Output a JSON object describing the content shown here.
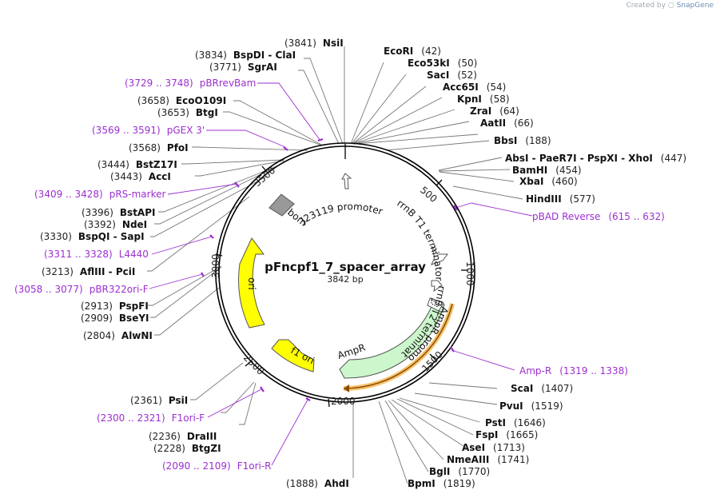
{
  "credit": {
    "prefix": "Created by",
    "brand": "SnapGene"
  },
  "plasmid": {
    "name": "pFncpf1_7_spacer_array",
    "size_label": "3842 bp",
    "length": 3842
  },
  "ticks": [
    "500",
    "1000",
    "1500",
    "2000",
    "2500",
    "3000",
    "3500"
  ],
  "enzymes": [
    {
      "name": "NsiI",
      "pos": "(3841)"
    },
    {
      "name": "BspDI  -  ClaI",
      "pos": "(3834)"
    },
    {
      "name": "SgrAI",
      "pos": "(3771)"
    },
    {
      "name": "EcoO109I",
      "pos": "(3658)"
    },
    {
      "name": "BtgI",
      "pos": "(3653)"
    },
    {
      "name": "PfoI",
      "pos": "(3568)"
    },
    {
      "name": "BstZ17I",
      "pos": "(3444)"
    },
    {
      "name": "AccI",
      "pos": "(3443)"
    },
    {
      "name": "BstAPI",
      "pos": "(3396)"
    },
    {
      "name": "NdeI",
      "pos": "(3392)"
    },
    {
      "name": "BspQI  -  SapI",
      "pos": "(3330)"
    },
    {
      "name": "AflIII  -  PciI",
      "pos": "(3213)"
    },
    {
      "name": "PspFI",
      "pos": "(2913)"
    },
    {
      "name": "BseYI",
      "pos": "(2909)"
    },
    {
      "name": "AlwNI",
      "pos": "(2804)"
    },
    {
      "name": "PsiI",
      "pos": "(2361)"
    },
    {
      "name": "DraIII",
      "pos": "(2236)"
    },
    {
      "name": "BtgZI",
      "pos": "(2228)"
    },
    {
      "name": "AhdI",
      "pos": "(1888)"
    },
    {
      "name": "EcoRI",
      "pos": "(42)"
    },
    {
      "name": "Eco53kI",
      "pos": "(50)"
    },
    {
      "name": "SacI",
      "pos": "(52)"
    },
    {
      "name": "Acc65I",
      "pos": "(54)"
    },
    {
      "name": "KpnI",
      "pos": "(58)"
    },
    {
      "name": "ZraI",
      "pos": "(64)"
    },
    {
      "name": "AatII",
      "pos": "(66)"
    },
    {
      "name": "BbsI",
      "pos": "(188)"
    },
    {
      "name": "AbsI  -  PaeR7I  -  PspXI  -  XhoI",
      "pos": "(447)"
    },
    {
      "name": "BamHI",
      "pos": "(454)"
    },
    {
      "name": "XbaI",
      "pos": "(460)"
    },
    {
      "name": "HindIII",
      "pos": "(577)"
    },
    {
      "name": "ScaI",
      "pos": "(1407)"
    },
    {
      "name": "PvuI",
      "pos": "(1519)"
    },
    {
      "name": "PstI",
      "pos": "(1646)"
    },
    {
      "name": "FspI",
      "pos": "(1665)"
    },
    {
      "name": "AseI",
      "pos": "(1713)"
    },
    {
      "name": "NmeAIII",
      "pos": "(1741)"
    },
    {
      "name": "BglI",
      "pos": "(1770)"
    },
    {
      "name": "BpmI",
      "pos": "(1819)"
    }
  ],
  "primers": [
    {
      "name": "pBRrevBam",
      "range": "(3729 .. 3748)"
    },
    {
      "name": "pGEX 3'",
      "range": "(3569 .. 3591)"
    },
    {
      "name": "pRS-marker",
      "range": "(3409 .. 3428)"
    },
    {
      "name": "L4440",
      "range": "(3311 .. 3328)"
    },
    {
      "name": "pBR322ori-F",
      "range": "(3058 .. 3077)"
    },
    {
      "name": "F1ori-F",
      "range": "(2300 .. 2321)"
    },
    {
      "name": "F1ori-R",
      "range": "(2090 .. 2109)"
    },
    {
      "name": "pBAD Reverse",
      "range": "(615 .. 632)"
    },
    {
      "name": "Amp-R",
      "range": "(1319 .. 1338)"
    }
  ],
  "features": [
    {
      "name": "rrnB T1 terminator"
    },
    {
      "name": "rrnB T2 terminator"
    },
    {
      "name": "AmpR promoter"
    },
    {
      "name": "AmpR"
    },
    {
      "name": "f1 ori"
    },
    {
      "name": "ori"
    },
    {
      "name": "bom"
    },
    {
      "name": "J23119 promoter"
    }
  ],
  "colors": {
    "ampr": "#ccf7cc",
    "ori": "#ffff00",
    "bom": "#999999",
    "primer": "#9b2fcf",
    "orf_highlight": "#f5c26b",
    "backbone": "#000000"
  }
}
